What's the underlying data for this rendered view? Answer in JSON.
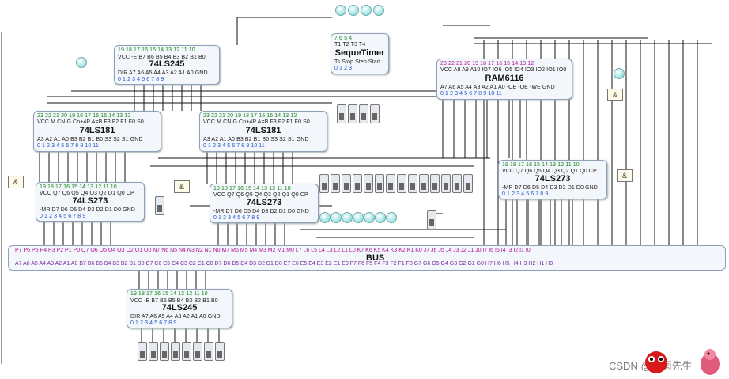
{
  "diagram": {
    "chips": [
      {
        "id": "c245a",
        "title": "74LS245",
        "top_nums": [
          "19",
          "18",
          "17",
          "16",
          "15",
          "14",
          "13",
          "12",
          "11",
          "10"
        ],
        "top_labels": [
          "VCC",
          "-E",
          "B7",
          "B6",
          "B5",
          "B4",
          "B3",
          "B2",
          "B1",
          "B0"
        ],
        "bot_labels": [
          "DIR",
          "A7",
          "A6",
          "A5",
          "A4",
          "A3",
          "A2",
          "A1",
          "A0",
          "GND"
        ],
        "bot_nums": [
          "0",
          "1",
          "2",
          "3",
          "4",
          "5",
          "6",
          "7",
          "8",
          "9"
        ]
      },
      {
        "id": "c181a",
        "title": "74LS181",
        "top_nums": [
          "23",
          "22",
          "21",
          "20",
          "19",
          "18",
          "17",
          "16",
          "15",
          "14",
          "13",
          "12"
        ],
        "top_labels": [
          "VCC",
          "M",
          "CN",
          "G",
          "Cn+4P",
          "A=B",
          "F3",
          "F2",
          "F1",
          "F0",
          "S0"
        ],
        "bot_labels": [
          "A3",
          "A2",
          "A1",
          "A0",
          "B3",
          "B2",
          "B1",
          "B0",
          "S3",
          "S2",
          "S1",
          "GND"
        ],
        "bot_nums": [
          "0",
          "1",
          "2",
          "3",
          "4",
          "5",
          "6",
          "7",
          "8",
          "9",
          "10",
          "11"
        ]
      },
      {
        "id": "c181b",
        "title": "74LS181",
        "top_nums": [
          "23",
          "22",
          "21",
          "20",
          "19",
          "18",
          "17",
          "16",
          "15",
          "14",
          "13",
          "12"
        ],
        "top_labels": [
          "VCC",
          "M",
          "CN",
          "G",
          "Cn+4P",
          "A=B",
          "F3",
          "F2",
          "F1",
          "F0",
          "S0"
        ],
        "bot_labels": [
          "A3",
          "A2",
          "A1",
          "A0",
          "B3",
          "B2",
          "B1",
          "B0",
          "S3",
          "S2",
          "S1",
          "GND"
        ],
        "bot_nums": [
          "0",
          "1",
          "2",
          "3",
          "4",
          "5",
          "6",
          "7",
          "8",
          "9",
          "10",
          "11"
        ]
      },
      {
        "id": "c273a",
        "title": "74LS273",
        "top_nums": [
          "19",
          "18",
          "17",
          "16",
          "15",
          "14",
          "13",
          "12",
          "11",
          "10"
        ],
        "top_labels": [
          "VCC",
          "Q7",
          "Q6",
          "Q5",
          "Q4",
          "Q3",
          "Q2",
          "Q1",
          "Q0",
          "CP"
        ],
        "bot_labels": [
          "-MR",
          "D7",
          "D6",
          "D5",
          "D4",
          "D3",
          "D2",
          "D1",
          "D0",
          "GND"
        ],
        "bot_nums": [
          "0",
          "1",
          "2",
          "3",
          "4",
          "5",
          "6",
          "7",
          "8",
          "9"
        ]
      },
      {
        "id": "c273b",
        "title": "74LS273",
        "top_nums": [
          "19",
          "18",
          "17",
          "16",
          "15",
          "14",
          "13",
          "12",
          "11",
          "10"
        ],
        "top_labels": [
          "VCC",
          "Q7",
          "Q6",
          "Q5",
          "Q4",
          "Q3",
          "Q2",
          "Q1",
          "Q0",
          "CP"
        ],
        "bot_labels": [
          "-MR",
          "D7",
          "D6",
          "D5",
          "D4",
          "D3",
          "D2",
          "D1",
          "D0",
          "GND"
        ],
        "bot_nums": [
          "0",
          "1",
          "2",
          "3",
          "4",
          "5",
          "6",
          "7",
          "8",
          "9"
        ]
      },
      {
        "id": "c273c",
        "title": "74LS273",
        "top_nums": [
          "19",
          "18",
          "17",
          "16",
          "15",
          "14",
          "13",
          "12",
          "11",
          "10"
        ],
        "top_labels": [
          "VCC",
          "Q7",
          "Q6",
          "Q5",
          "Q4",
          "Q3",
          "Q2",
          "Q1",
          "Q0",
          "CP"
        ],
        "bot_labels": [
          "-MR",
          "D7",
          "D6",
          "D5",
          "D4",
          "D3",
          "D2",
          "D1",
          "D0",
          "GND"
        ],
        "bot_nums": [
          "0",
          "1",
          "2",
          "3",
          "4",
          "5",
          "6",
          "7",
          "8",
          "9"
        ]
      },
      {
        "id": "cram",
        "title": "RAM6116",
        "top_nums": [
          "23",
          "22",
          "21",
          "20",
          "19",
          "18",
          "17",
          "16",
          "15",
          "14",
          "13",
          "12"
        ],
        "top_labels": [
          "VCC",
          "A8",
          "A9",
          "A10",
          "IO7",
          "IO6",
          "IO5",
          "IO4",
          "IO3",
          "IO2",
          "IO1",
          "IO0"
        ],
        "bot_labels": [
          "A7",
          "A6",
          "A5",
          "A4",
          "A3",
          "A2",
          "A1",
          "A0",
          "-CE",
          "-OE",
          "-WE",
          "GND"
        ],
        "bot_nums": [
          "0",
          "1",
          "2",
          "3",
          "4",
          "5",
          "6",
          "7",
          "8",
          "9",
          "10",
          "11"
        ]
      },
      {
        "id": "ctimer",
        "title": "SequeTimer",
        "top_nums": [
          "7",
          "6",
          "5",
          "4"
        ],
        "top_labels": [
          "T1",
          "T2",
          "T3",
          "T4"
        ],
        "bot_labels": [
          "Ts",
          "Stop",
          "Step",
          "Start"
        ],
        "bot_nums": [
          "0",
          "1",
          "2",
          "3"
        ]
      },
      {
        "id": "c245b",
        "title": "74LS245",
        "top_nums": [
          "19",
          "18",
          "17",
          "16",
          "15",
          "14",
          "13",
          "12",
          "11",
          "10"
        ],
        "top_labels": [
          "VCC",
          "-E",
          "B7",
          "B6",
          "B5",
          "B4",
          "B3",
          "B2",
          "B1",
          "B0"
        ],
        "bot_labels": [
          "DIR",
          "A7",
          "A6",
          "A5",
          "A4",
          "A3",
          "A2",
          "A1",
          "A0",
          "GND"
        ],
        "bot_nums": [
          "0",
          "1",
          "2",
          "3",
          "4",
          "5",
          "6",
          "7",
          "8",
          "9"
        ]
      }
    ],
    "bus": {
      "title": "BUS",
      "top": "P7 P6 P5 P4 P3 P2 P1 P0   O7 O6 O5 O4 O3 O2 O1 O0   N7 N6 N5 N4 N3 N2 N1 N0   M7 M6 M5 M4 M3 M2 M1 M0   L7 L6 L5 L4 L3 L2 L1 L0   K7 K6 K5 K4 K3 K2 K1 K0   J7 J6 J5 J4 J3 J2 J1 J0   I7 I6 I5 I4 I3 I2 I1 I0",
      "bottom": "A7 A6 A5 A4 A3 A2 A1 A0   B7 B6 B5 B4 B3 B2 B1 B0   C7 C6 C5 C4 C3 C2 C1 C0   D7 D6 D5 D4 D3 D2 D1 D0   E7 E6 E5 E4 E3 E2 E1 E0   F7 F6 F5 F4 F3 F2 F1 F0   G7 G6 G5 G4 G3 G2 G1 G0   H7 H6 H5 H4 H3 H2 H1 H0"
    },
    "gate_symbol": "&",
    "watermark": "CSDN @水雨先生"
  }
}
